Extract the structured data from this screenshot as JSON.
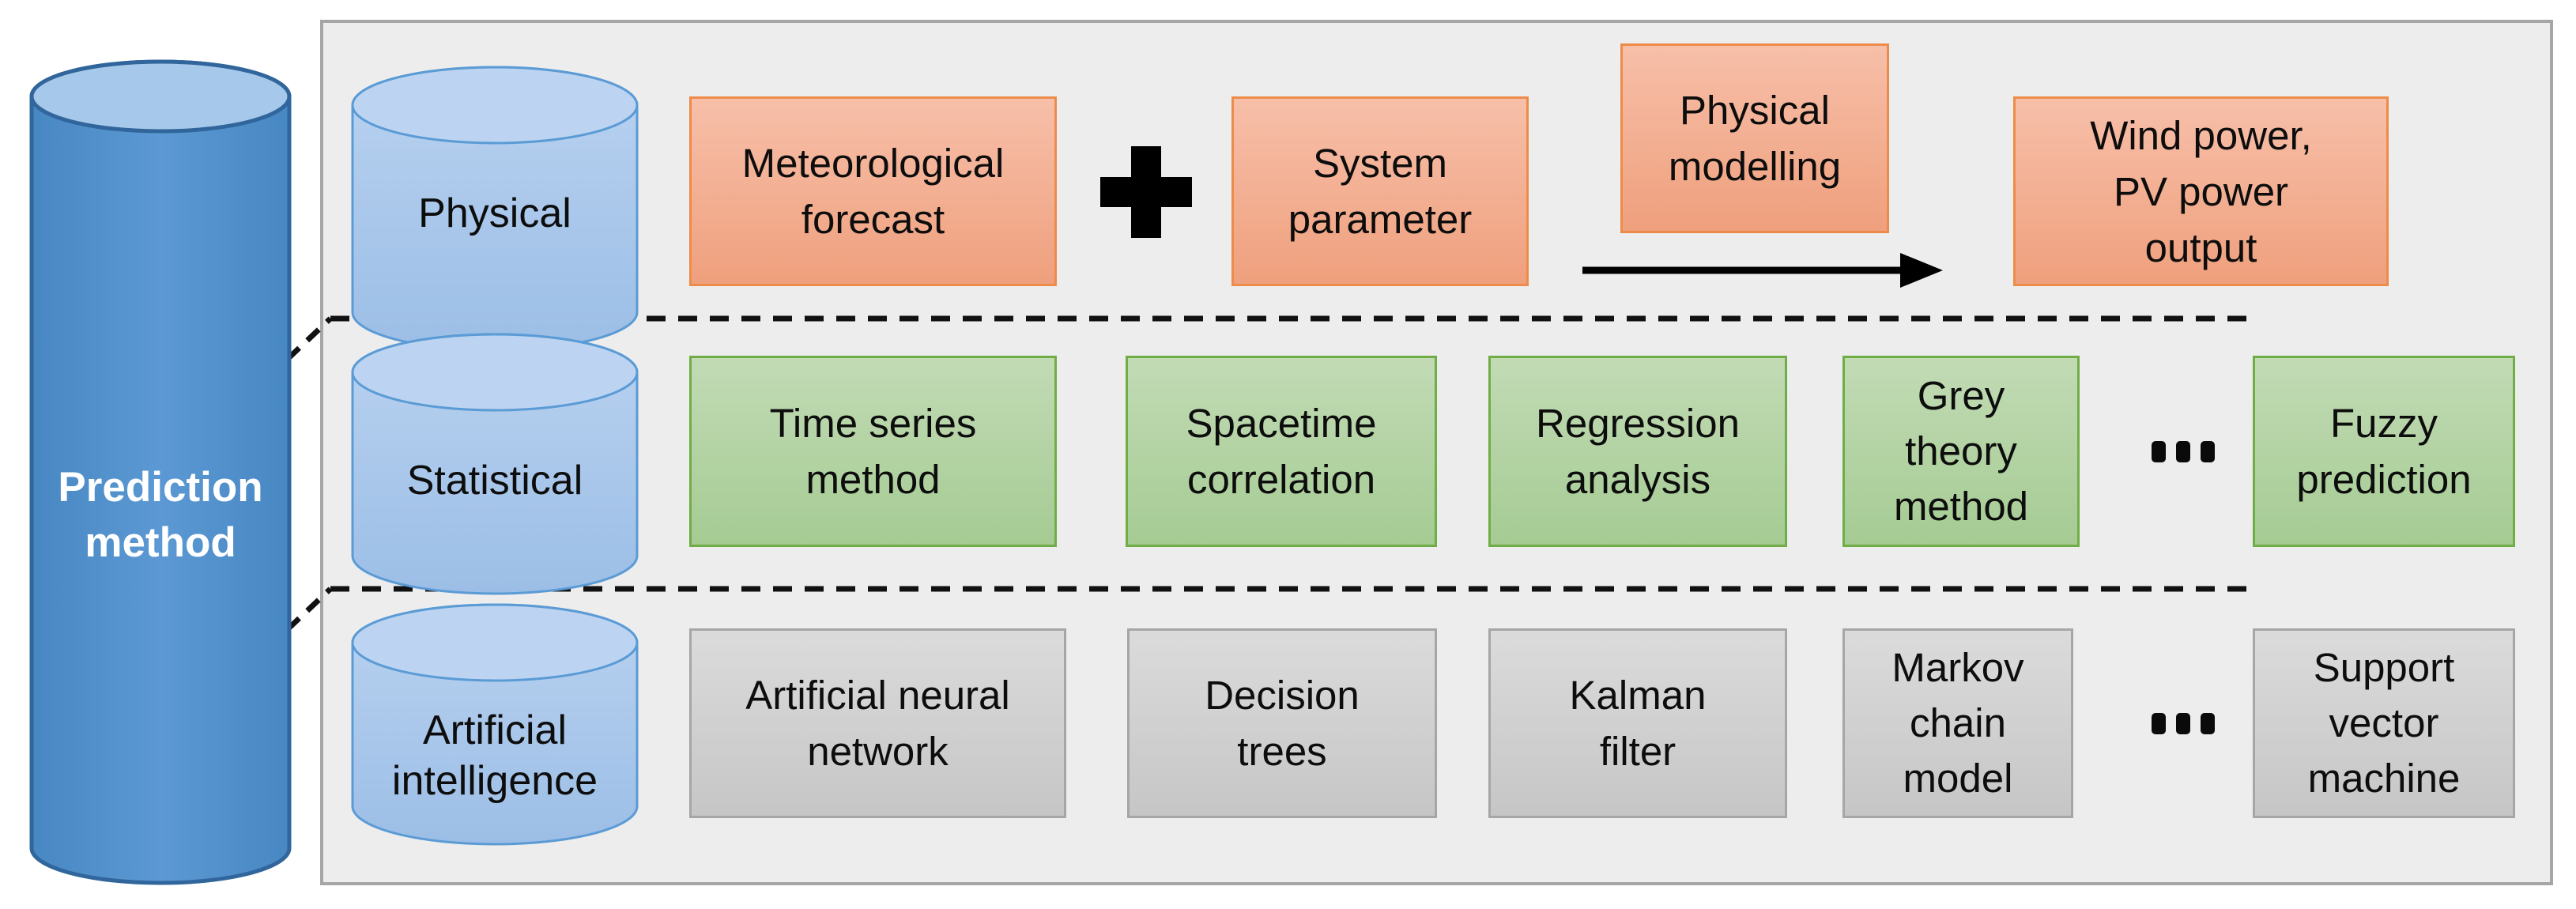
{
  "root_label": "Prediction\nmethod",
  "rows": [
    {
      "category": "Physical",
      "operator": "+",
      "boxes": [
        {
          "label": "Meteorological\nforecast"
        },
        {
          "label": "System\nparameter"
        },
        {
          "label": "Physical\nmodelling"
        },
        {
          "label": "Wind power,\nPV power\noutput"
        }
      ]
    },
    {
      "category": "Statistical",
      "ellipsis": "...",
      "boxes": [
        {
          "label": "Time series\nmethod"
        },
        {
          "label": "Spacetime\ncorrelation"
        },
        {
          "label": "Regression\nanalysis"
        },
        {
          "label": "Grey\ntheory\nmethod"
        },
        {
          "label": "Fuzzy\nprediction"
        }
      ]
    },
    {
      "category": "Artificial\nintelligence",
      "ellipsis": "...",
      "boxes": [
        {
          "label": "Artificial neural\nnetwork"
        },
        {
          "label": "Decision\ntrees"
        },
        {
          "label": "Kalman\nfilter"
        },
        {
          "label": "Markov\nchain\nmodel"
        },
        {
          "label": "Support\nvector\nmachine"
        }
      ]
    }
  ],
  "colors": {
    "physical_box": "#F2A981",
    "physical_border": "#ED8C4A",
    "statistical_box": "#B3D2A2",
    "statistical_border": "#70AD47",
    "ai_box": "#CFCFCF",
    "ai_border": "#A6A6A6",
    "small_cylinder": "#A9C7EA",
    "small_cylinder_border": "#5B9BD5",
    "root_cylinder": "#4F90CC",
    "root_cylinder_border": "#31669C",
    "panel_bg": "#EDEDED",
    "panel_border": "#A6A6A6"
  }
}
